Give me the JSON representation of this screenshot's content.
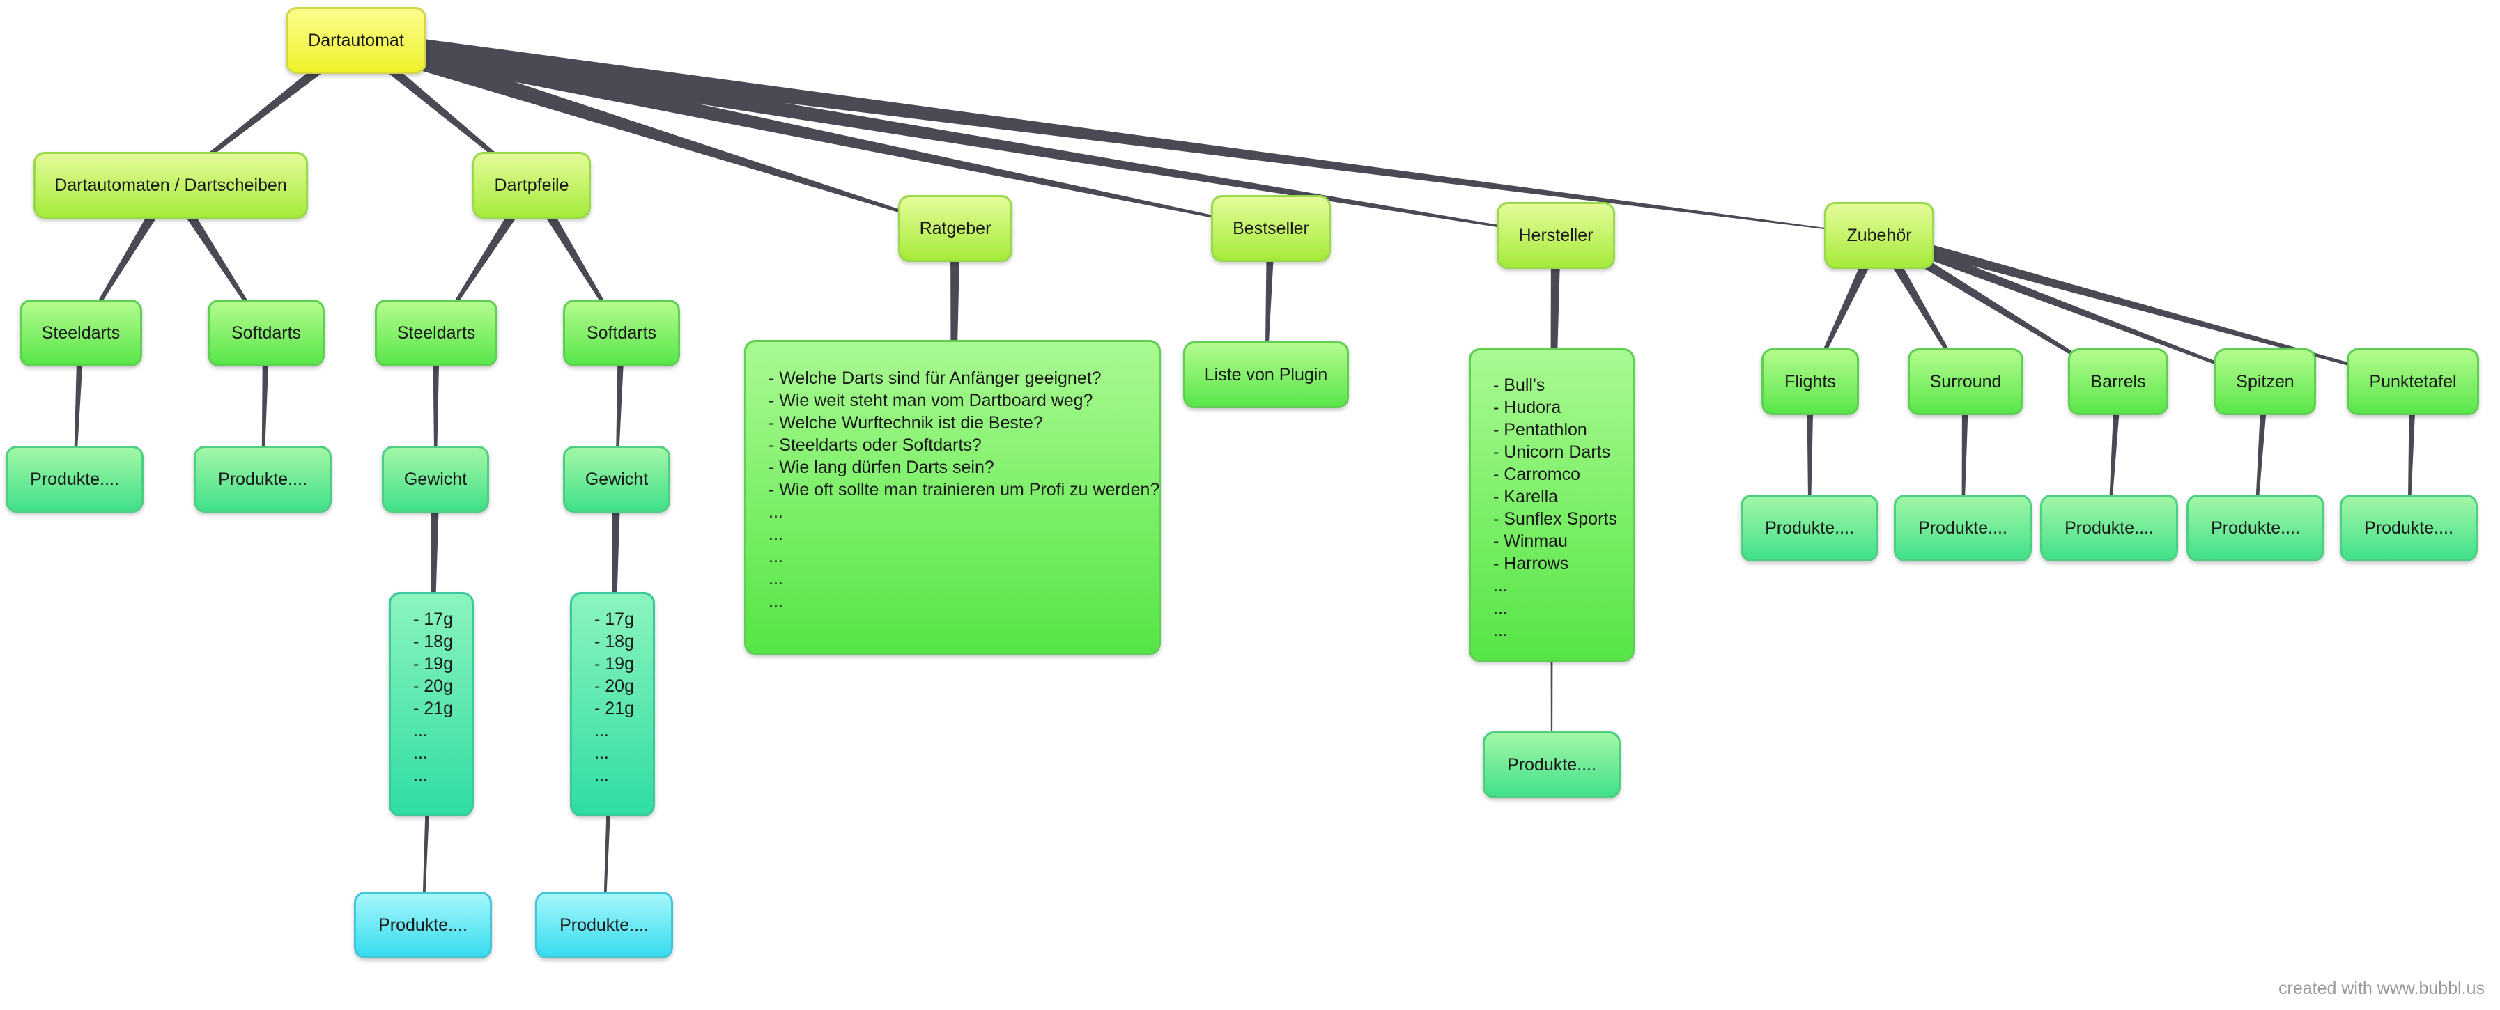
{
  "footer": "created with www.bubbl.us",
  "nodes": {
    "root": "Dartautomat",
    "dartautomaten": "Dartautomaten / Dartscheiben",
    "dartpfeile": "Dartpfeile",
    "ratgeber": "Ratgeber",
    "bestseller": "Bestseller",
    "hersteller": "Hersteller",
    "zubehoer": "Zubehör",
    "da_steeldarts": "Steeldarts",
    "da_softdarts": "Softdarts",
    "da_steel_produkte": "Produkte....",
    "da_soft_produkte": "Produkte....",
    "dp_steeldarts": "Steeldarts",
    "dp_softdarts": "Softdarts",
    "dp_steel_gewicht": "Gewicht",
    "dp_soft_gewicht": "Gewicht",
    "dp_steel_produkte": "Produkte....",
    "dp_soft_produkte": "Produkte....",
    "bestseller_plugin": "Liste von Plugin",
    "hersteller_produkte": "Produkte....",
    "flights": "Flights",
    "surround": "Surround",
    "barrels": "Barrels",
    "spitzen": "Spitzen",
    "punktetafel": "Punktetafel",
    "flights_produkte": "Produkte....",
    "surround_produkte": "Produkte....",
    "barrels_produkte": "Produkte....",
    "spitzen_produkte": "Produkte....",
    "punktetafel_produkte": "Produkte...."
  },
  "weights_steel": [
    "- 17g",
    "- 18g",
    "- 19g",
    "- 20g",
    "- 21g",
    "...",
    "...",
    "..."
  ],
  "weights_soft": [
    "- 17g",
    "- 18g",
    "- 19g",
    "- 20g",
    "- 21g",
    "...",
    "...",
    "..."
  ],
  "ratgeber_questions": [
    "- Welche Darts sind für Anfänger geeignet?",
    "- Wie weit steht man vom Dartboard weg?",
    "- Welche Wurftechnik ist die Beste?",
    "- Steeldarts oder Softdarts?",
    "- Wie lang dürfen Darts sein?",
    "- Wie oft sollte man trainieren um Profi zu werden?",
    "...",
    "...",
    "...",
    "...",
    "..."
  ],
  "hersteller_list": [
    "- Bull's",
    "- Hudora",
    "- Pentathlon",
    "- Unicorn Darts",
    "- Carromco",
    "- Karella",
    "- Sunflex Sports",
    "- Winmau",
    "- Harrows",
    "...",
    "...",
    "..."
  ]
}
